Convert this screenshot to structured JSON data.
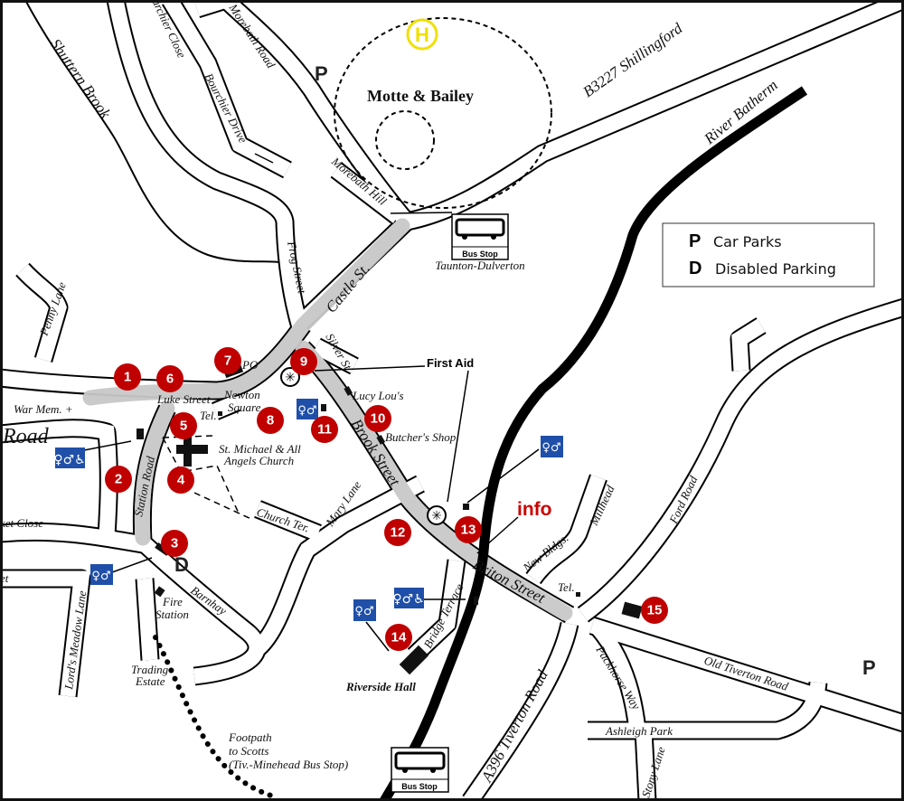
{
  "colors": {
    "marker": "#c00000",
    "toilet": "#1f4fa8",
    "highlight": "#c8c8c8",
    "helipad": "#f0e000",
    "info": "#cc0000"
  },
  "legend": {
    "p_symbol": "P",
    "p_label": "Car Parks",
    "d_symbol": "D",
    "d_label": "Disabled Parking"
  },
  "landmarks": {
    "motte": "Motte & Bailey",
    "helipad": "H",
    "first_aid": "First Aid",
    "info": "info",
    "church": "St. Michael & All",
    "church2": "Angels Church",
    "riverside_hall": "Riverside Hall",
    "fire_station": "Fire",
    "fire_station2": "Station",
    "trading": "Trading",
    "trading2": "Estate",
    "footpath1": "Footpath",
    "footpath2": "to Scotts",
    "footpath3": "(Tiv.-Minehead Bus Stop)",
    "butcher": "Butcher's Shop",
    "lucy": "Lucy Lou's",
    "po": "PO",
    "tel": "Tel.",
    "war_mem": "War Mem. +"
  },
  "bus_stops": {
    "label": "Bus Stop",
    "route": "Taunton-Dulverton"
  },
  "parking": {
    "p": "P",
    "d": "D"
  },
  "streets": {
    "shuttern": "Shuttern Brook",
    "bourchier_close": "Bourchier Close",
    "morebath_road": "Morebath Road",
    "bourchier_drive": "Bourchier Drive",
    "morebath_hill": "Morebath Hill",
    "frog": "Frog Street",
    "castle": "Castle St.",
    "penny": "Penny Lane",
    "silver": "Silver St.",
    "luke": "Luke Street",
    "newton": "Newton",
    "newton2": "Square",
    "road": "Road",
    "brook": "Brook Street",
    "station": "Station Road",
    "close": "ket Close",
    "et": "et",
    "church_ter": "Church Ter.",
    "mary": "Mary Lane",
    "barnhay": "Barnhay",
    "lords": "Lord's Meadow Lane",
    "bridge": "Bridge Terrace",
    "briton": "Briton Street",
    "new_bldgs": "New Bldgs.",
    "millhead": "Millhead",
    "ford": "Ford Road",
    "a396": "A396 Tiverton Road",
    "packhorse": "Packhorse Way",
    "old_tiverton": "Old Tiverton Road",
    "ashleigh": "Ashleigh Park",
    "stony": "Stony Lane",
    "river": "River Batherm",
    "b3227": "B3227 Shillingford"
  },
  "markers": [
    "1",
    "2",
    "3",
    "4",
    "5",
    "6",
    "7",
    "8",
    "9",
    "10",
    "11",
    "12",
    "13",
    "14",
    "15"
  ]
}
